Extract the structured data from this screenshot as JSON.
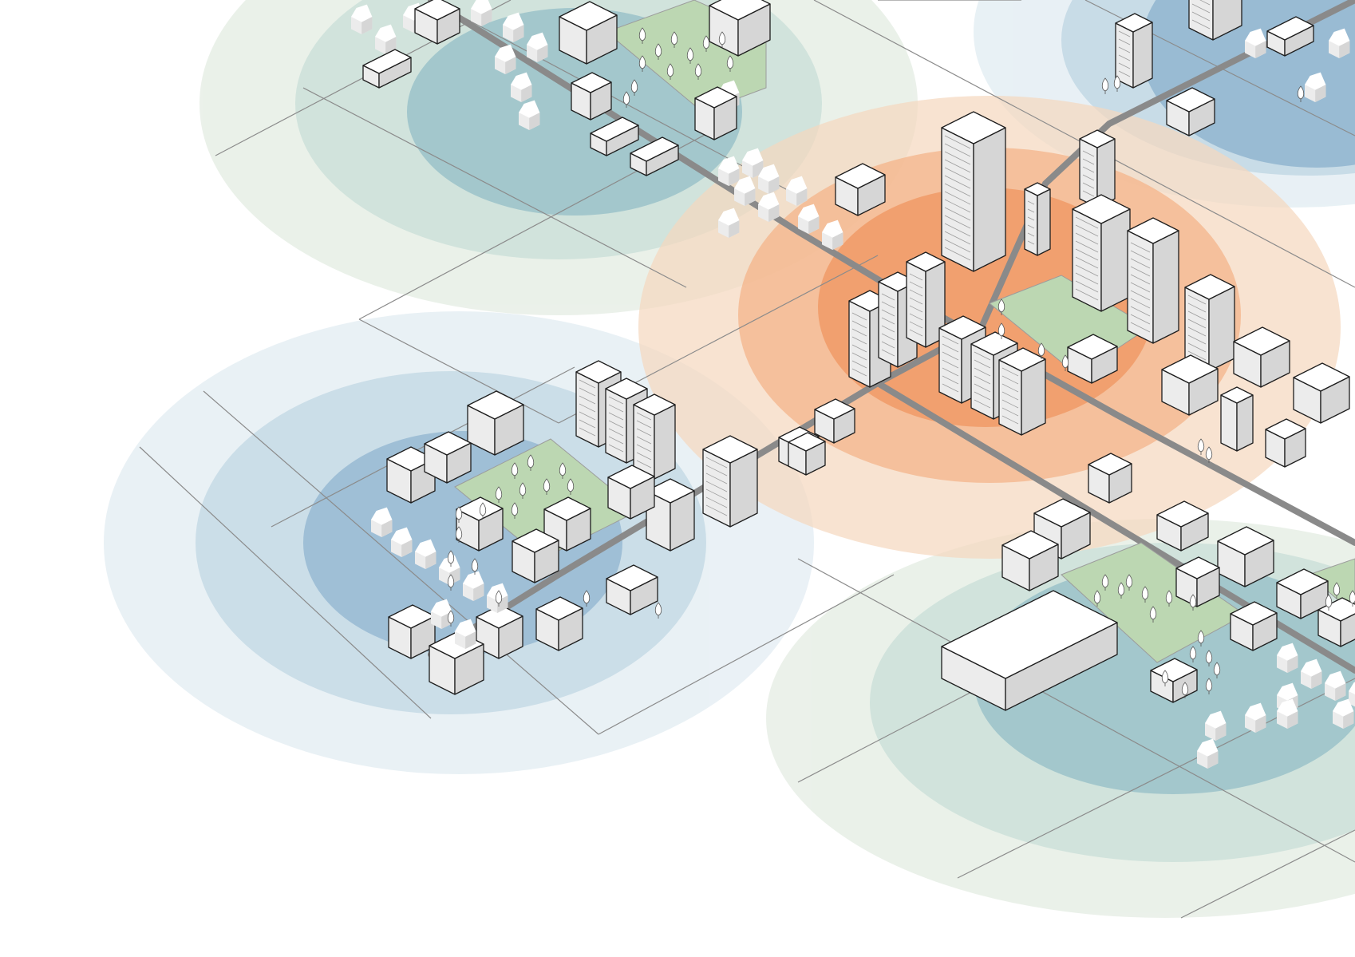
{
  "palette": {
    "residential_ring_outer": "#e7efe6",
    "residential_ring_mid": "#c9dfd7",
    "residential_ring_inner": "#93bec4",
    "suburb_ring_outer": "#e6eff4",
    "suburb_ring_mid": "#c3d9e5",
    "suburb_ring_inner": "#8fb4cf",
    "center_ring_outer": "#f5d7bd",
    "center_ring_mid": "#f4b48a",
    "center_ring_inner": "#ef9660",
    "park": "#bcd7b2",
    "road": "#8a8a8a",
    "grid": "#8b8b8b",
    "building_top": "#ffffff",
    "building_left": "#ececec",
    "building_right": "#d6d6d6",
    "outline": "#1e1e1e"
  },
  "zones": [
    {
      "id": "north-west-neighbourhood",
      "type": "residential-green"
    },
    {
      "id": "north-east-neighbourhood",
      "type": "residential-blue"
    },
    {
      "id": "city-center",
      "type": "downtown-orange"
    },
    {
      "id": "west-neighbourhood",
      "type": "residential-blue"
    },
    {
      "id": "south-east-neighbourhood",
      "type": "residential-green"
    }
  ],
  "icons": {
    "house": "house-icon",
    "apartment": "apartment-block-icon",
    "tower": "tower-icon",
    "tree": "tree-icon",
    "warehouse": "warehouse-icon"
  }
}
